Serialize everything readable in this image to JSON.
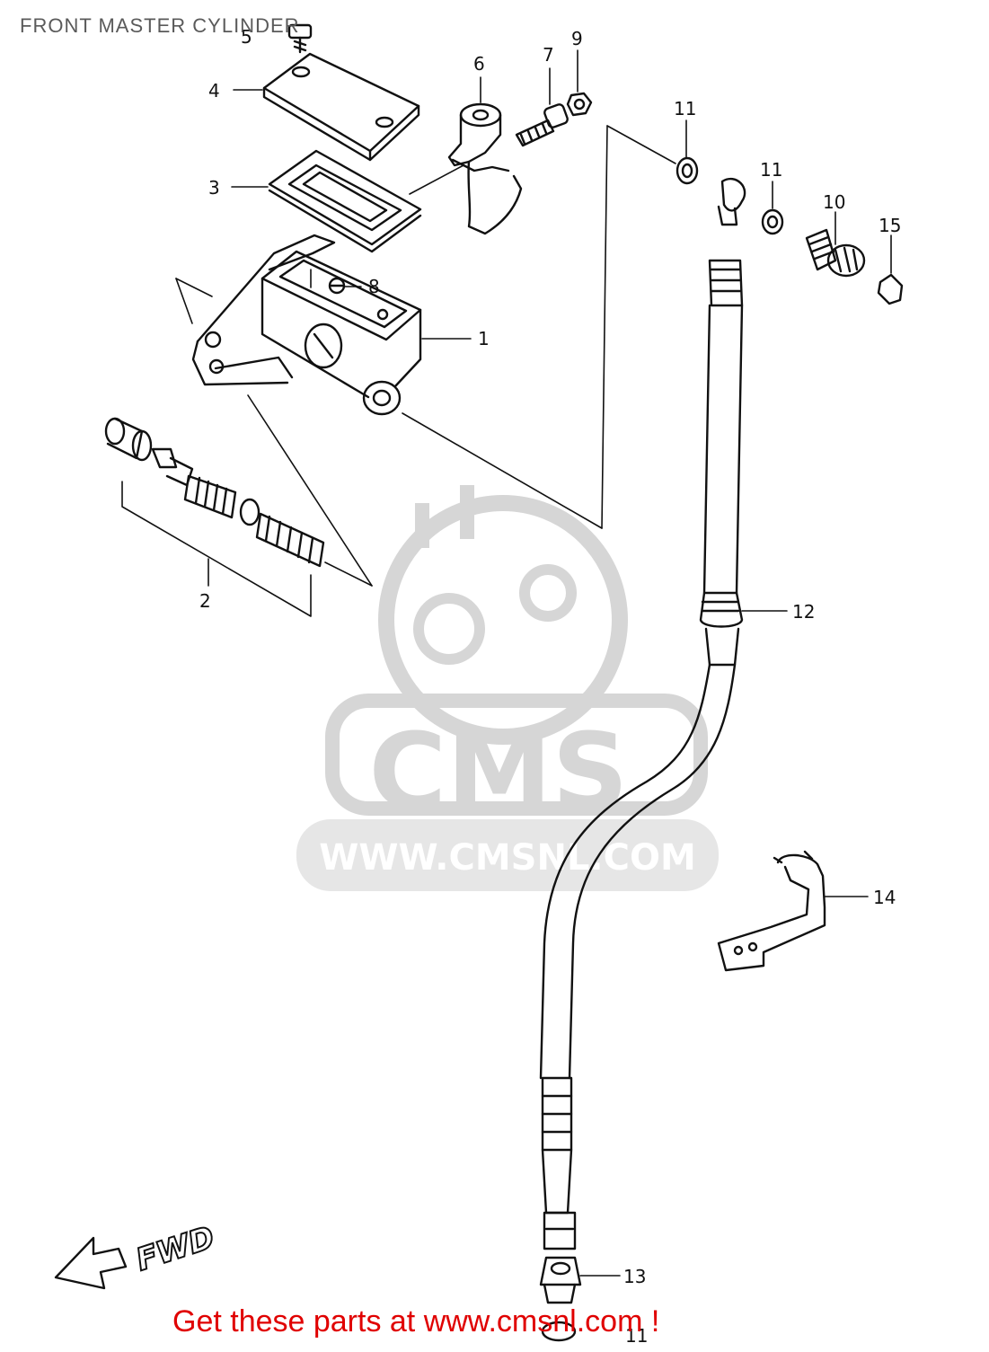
{
  "diagram": {
    "title": "FRONT MASTER CYLINDER",
    "direction_label": "FWD",
    "callouts": [
      {
        "id": "callout-1",
        "label": "1"
      },
      {
        "id": "callout-2",
        "label": "2"
      },
      {
        "id": "callout-3",
        "label": "3"
      },
      {
        "id": "callout-4",
        "label": "4"
      },
      {
        "id": "callout-5",
        "label": "5"
      },
      {
        "id": "callout-6",
        "label": "6"
      },
      {
        "id": "callout-7",
        "label": "7"
      },
      {
        "id": "callout-8",
        "label": "8"
      },
      {
        "id": "callout-9",
        "label": "9"
      },
      {
        "id": "callout-10",
        "label": "10"
      },
      {
        "id": "callout-11a",
        "label": "11"
      },
      {
        "id": "callout-11b",
        "label": "11"
      },
      {
        "id": "callout-11c",
        "label": "11"
      },
      {
        "id": "callout-12",
        "label": "12"
      },
      {
        "id": "callout-13",
        "label": "13"
      },
      {
        "id": "callout-14",
        "label": "14"
      },
      {
        "id": "callout-15",
        "label": "15"
      }
    ]
  },
  "watermark": {
    "brand": "CMS",
    "url": "WWW.CMSNL.COM"
  },
  "footer": {
    "text": "Get these parts at www.cmsnl.com !"
  },
  "colors": {
    "line": "#111111",
    "watermark": "#d6d6d6",
    "footer": "#e00000",
    "title": "#5a5a5a"
  }
}
